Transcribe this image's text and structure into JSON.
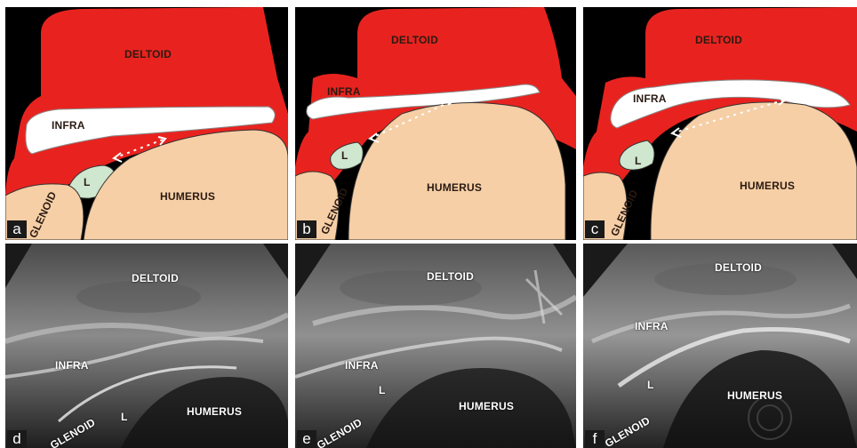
{
  "panels": {
    "a": {
      "letter": "a",
      "deltoid": "DELTOID",
      "infra": "INFRA",
      "l": "L",
      "humerus": "HUMERUS",
      "glenoid": "GLENOID"
    },
    "b": {
      "letter": "b",
      "deltoid": "DELTOID",
      "infra": "INFRA",
      "l": "L",
      "humerus": "HUMERUS",
      "glenoid": "GLENOID"
    },
    "c": {
      "letter": "c",
      "deltoid": "DELTOID",
      "infra": "INFRA",
      "l": "L",
      "humerus": "HUMERUS",
      "glenoid": "GLENOID"
    },
    "d": {
      "letter": "d",
      "deltoid": "DELTOID",
      "infra": "INFRA",
      "l": "L",
      "humerus": "HUMERUS",
      "glenoid": "GLENOID"
    },
    "e": {
      "letter": "e",
      "deltoid": "DELTOID",
      "infra": "INFRA",
      "l": "L",
      "humerus": "HUMERUS",
      "glenoid": "GLENOID"
    },
    "f": {
      "letter": "f",
      "deltoid": "DELTOID",
      "infra": "INFRA",
      "l": "L",
      "humerus": "HUMERUS",
      "glenoid": "GLENOID"
    }
  },
  "colors": {
    "deltoid": "#e8231f",
    "humerus": "#f6cfa6",
    "labrum": "#cfe6cf",
    "tendon": "#ffffff",
    "background": "#000000"
  }
}
